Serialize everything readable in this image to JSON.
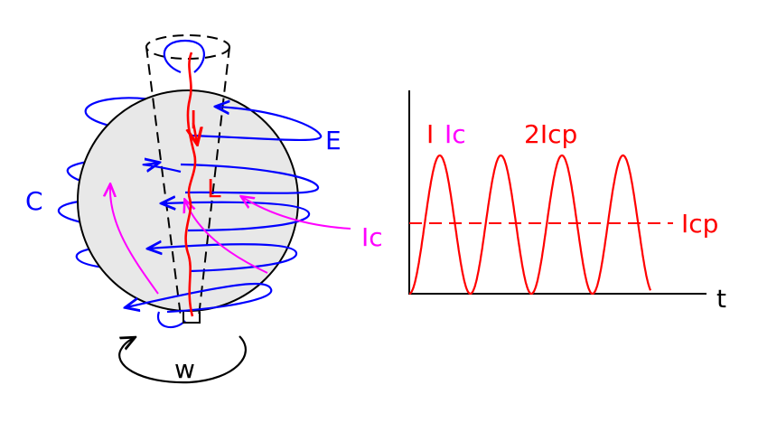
{
  "labels": {
    "I_left": "I",
    "L": "L",
    "E": "E",
    "C": "C",
    "Ic_arrow": "Ic",
    "w": "w",
    "I_plot": "I",
    "Ic_plot": "Ic",
    "two_Icp": "2Icp",
    "Icp": "Icp",
    "t": "t"
  },
  "colors": {
    "current": "#ff0000",
    "field_lines": "#0000ff",
    "Ic": "#ff00ff",
    "sphere_fill": "#e8e8e8",
    "outline": "#000000"
  },
  "chart_data": {
    "type": "line",
    "title": "",
    "xlabel": "t",
    "ylabel": "",
    "series": [
      {
        "name": "I",
        "shape": "rectified-sine",
        "peaks": 4
      },
      {
        "name": "Icp",
        "shape": "constant-dashed",
        "relative_level": 0.5
      }
    ],
    "annotations": [
      "I",
      "Ic",
      "2Icp",
      "Icp"
    ]
  }
}
